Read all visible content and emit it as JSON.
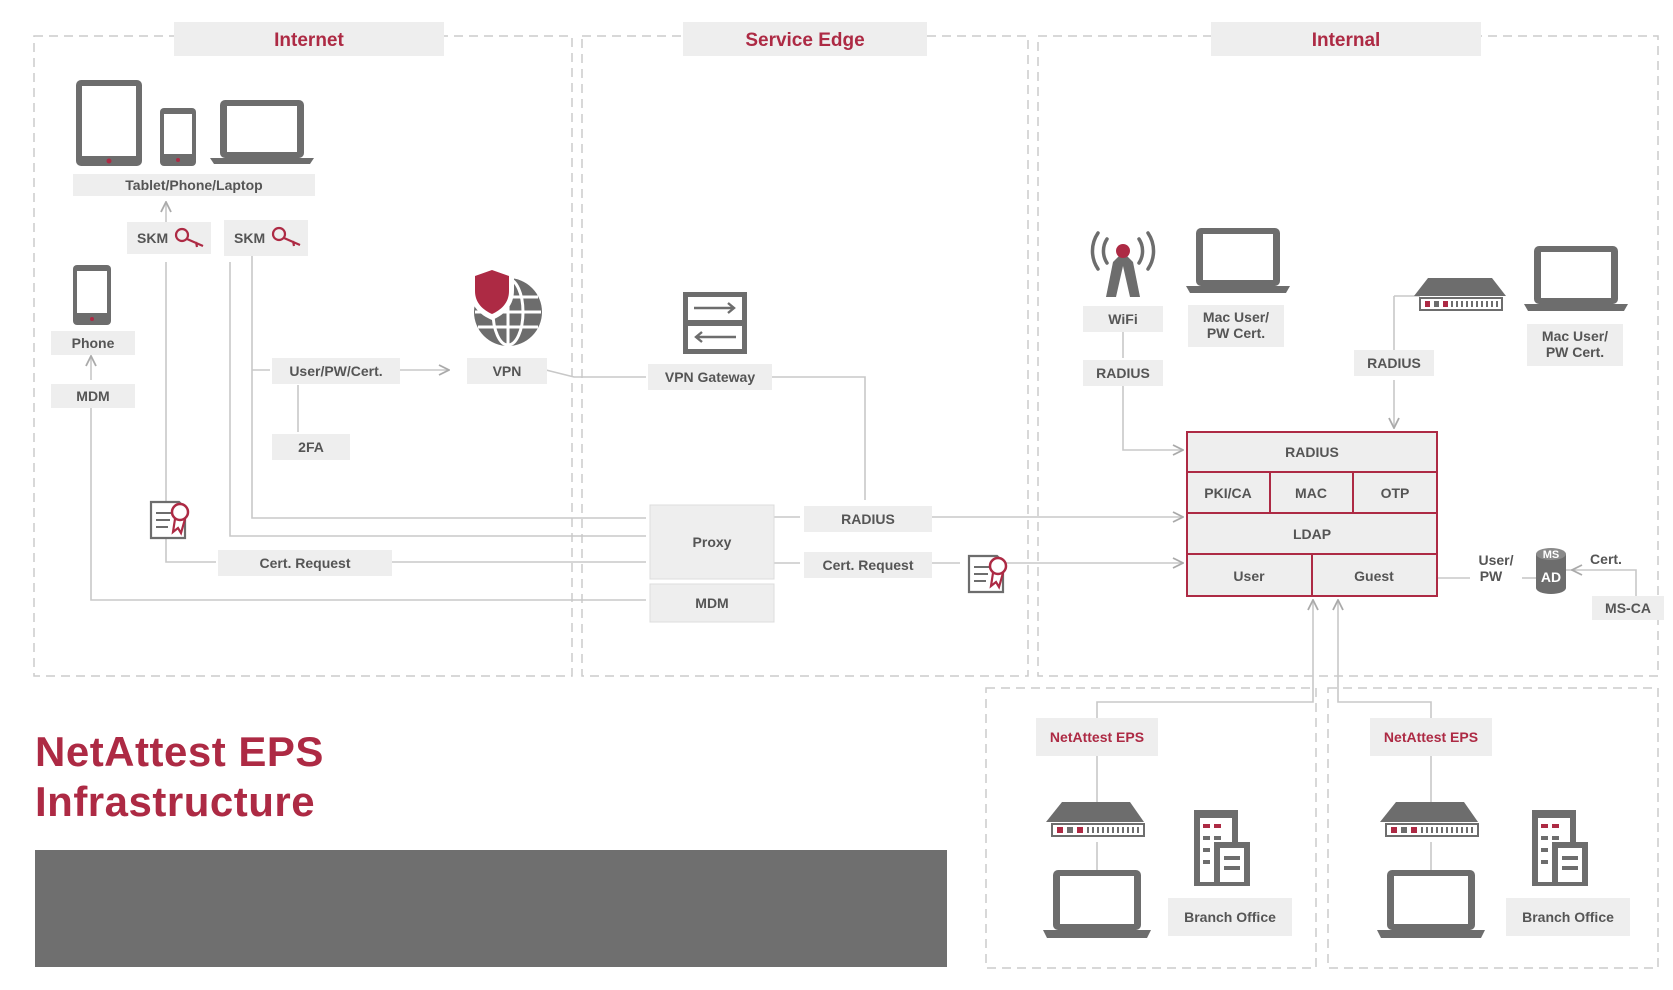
{
  "zones": {
    "internet": "Internet",
    "service_edge": "Service Edge",
    "internal": "Internal"
  },
  "internet": {
    "devices_label": "Tablet/Phone/Laptop",
    "skm_1": "SKM",
    "skm_2": "SKM",
    "phone": "Phone",
    "mdm": "MDM",
    "user_pw_cert": "User/PW/Cert.",
    "two_fa": "2FA",
    "vpn": "VPN",
    "cert_request": "Cert. Request"
  },
  "service_edge": {
    "vpn_gateway": "VPN Gateway",
    "proxy": "Proxy",
    "mdm": "MDM",
    "radius": "RADIUS",
    "cert_request": "Cert. Request"
  },
  "internal": {
    "wifi": "WiFi",
    "mac_user_1": "Mac User/",
    "pw_cert_1": "PW Cert.",
    "mac_user_2": "Mac User/",
    "pw_cert_2": "PW Cert.",
    "radius_wifi": "RADIUS",
    "radius_switch": "RADIUS",
    "eps_box": {
      "radius": "RADIUS",
      "pki_ca": "PKI/CA",
      "mac": "MAC",
      "otp": "OTP",
      "ldap": "LDAP",
      "user": "User",
      "guest": "Guest"
    },
    "user_pw_1": "User/",
    "user_pw_2": "PW",
    "ms": "MS",
    "ad": "AD",
    "cert": "Cert.",
    "ms_ca": "MS-CA"
  },
  "branches": [
    {
      "eps": "NetAttest EPS",
      "office": "Branch Office"
    },
    {
      "eps": "NetAttest EPS",
      "office": "Branch Office"
    }
  ],
  "title": {
    "line1": "NetAttest EPS",
    "line2": "Infrastructure"
  },
  "colors": {
    "accent": "#ad2a44",
    "icon_gray": "#6d6d6d",
    "label_bg": "#eeeeee",
    "line": "#c8c8c8",
    "dash": "#cccccc"
  }
}
